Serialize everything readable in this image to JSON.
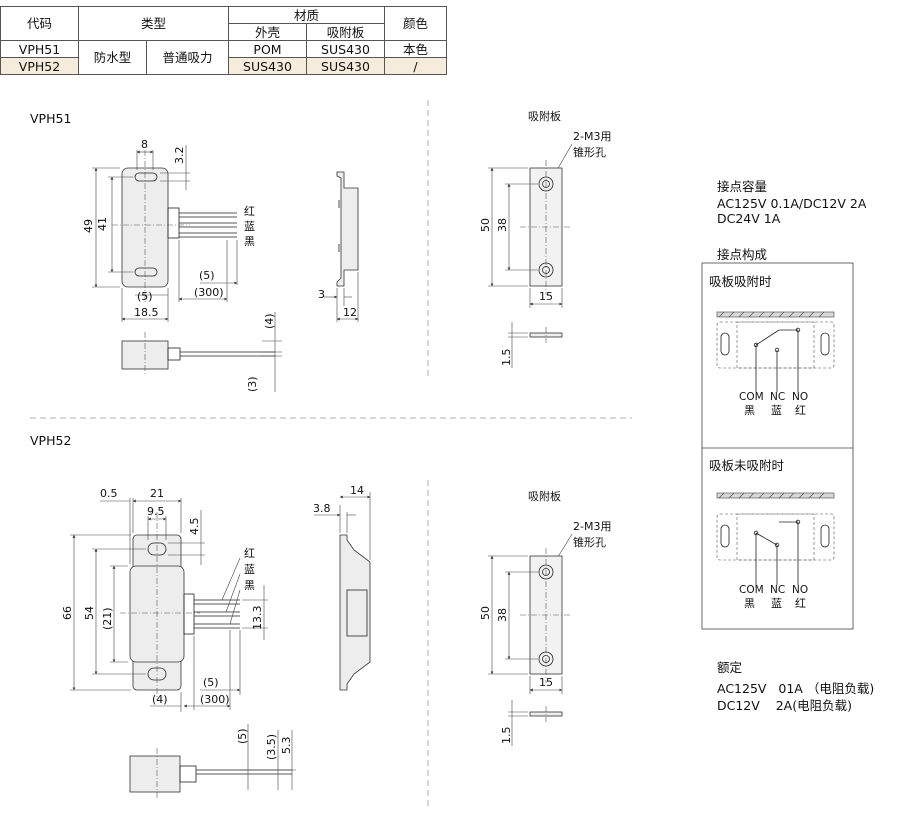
{
  "spec_table": {
    "headers": {
      "code": "代码",
      "type": "类型",
      "material": "材质",
      "shell": "外壳",
      "plate": "吸附板",
      "color": "颜色"
    },
    "rows": [
      {
        "code": "VPH51",
        "type": "防水型",
        "force": "普通吸力",
        "shell": "POM",
        "plate": "SUS430",
        "color": "本色"
      },
      {
        "code": "VPH52",
        "shell": "SUS430",
        "plate": "SUS430",
        "color": "/"
      }
    ]
  },
  "labels": {
    "vph51_title": "VPH51",
    "vph52_title": "VPH52",
    "plate_1": "吸附板",
    "plate_2": "吸附板",
    "hole_1": "2-M3用",
    "hole_1b": "锥形孔",
    "hole_2": "2-M3用",
    "hole_2b": "锥形孔",
    "wire_red_1": "红",
    "wire_blue_1": "蓝",
    "wire_black_1": "黑",
    "wire_red_2": "红",
    "wire_blue_2": "蓝",
    "wire_black_2": "黑"
  },
  "dimensions": {
    "vph51": {
      "d8": "8",
      "d3_2": "3.2",
      "d49": "49",
      "d41": "41",
      "d5a": "(5)",
      "d300": "(300)",
      "d5b": "(5)",
      "d18_5": "18.5",
      "d3": "3",
      "d12": "12",
      "d4": "(4)",
      "d3p": "(3)"
    },
    "plate51": {
      "d50": "50",
      "d38": "38",
      "d15": "15",
      "d1_5": "1.5"
    },
    "vph52": {
      "d0_5": "0.5",
      "d21": "21",
      "d9_5": "9.5",
      "d4_5": "4.5",
      "d66": "66",
      "d54": "54",
      "d21p": "(21)",
      "d13_3": "13.3",
      "d5": "(5)",
      "d300": "(300)",
      "d4": "(4)",
      "d14": "14",
      "d3_8": "3.8",
      "d5p": "(5)",
      "d3_5": "(3.5)",
      "d5_3": "5.3"
    },
    "plate52": {
      "d50": "50",
      "d38": "38",
      "d15": "15",
      "d1_5": "1.5"
    }
  },
  "contacts": {
    "capacity_title": "接点容量",
    "capacity_line1": "AC125V 0.1A/DC12V 2A",
    "capacity_line2": "DC24V 1A",
    "config_title": "接点构成",
    "state_attached": "吸板吸附时",
    "state_detached": "吸板未吸附时",
    "terminals": [
      "COM",
      "NC",
      "NO"
    ],
    "terminal_colors": [
      "黑",
      "蓝",
      "红"
    ],
    "terminals_2": [
      "COM",
      "NC",
      "NO"
    ],
    "terminal_colors_2": [
      "黑",
      "蓝",
      "红"
    ]
  },
  "rating": {
    "title": "额定",
    "line1": "AC125V   01A （电阻负载)",
    "line2": "DC12V    2A(电阻负载)"
  }
}
